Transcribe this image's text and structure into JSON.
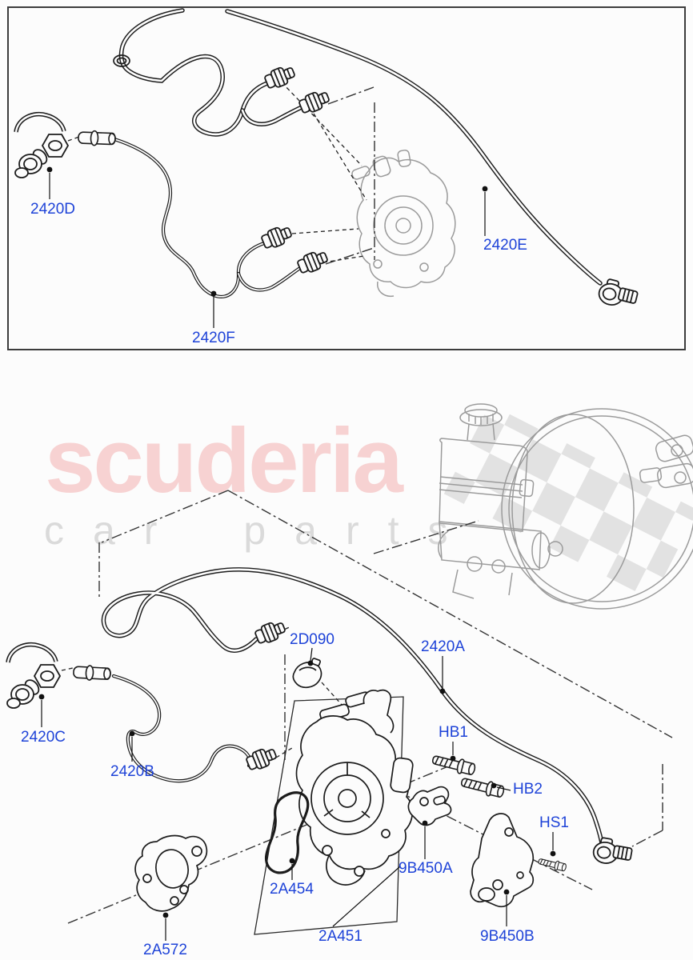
{
  "watermark": {
    "brand": "scuderia",
    "subtitle": "car parts"
  },
  "colors": {
    "callout_blue": "#1e43d8",
    "line_black": "#1c1c1c",
    "ghost_gray": "#9b9b9b",
    "checker_gray": "#dcdcdc",
    "watermark_pink": "#f7d2d2",
    "watermark_gray": "#dadada",
    "background": "#fcfcfc"
  },
  "panels": {
    "top": {
      "callouts": {
        "c2420D": "2420D",
        "c2420F": "2420F",
        "c2420E": "2420E"
      }
    },
    "bottom": {
      "callouts": {
        "c2420C": "2420C",
        "c2420B": "2420B",
        "c2D090": "2D090",
        "c2420A": "2420A",
        "cHB1": "HB1",
        "cHB2": "HB2",
        "cHS1": "HS1",
        "c9B450A": "9B450A",
        "c9B450B": "9B450B",
        "c2A454": "2A454",
        "c2A451": "2A451",
        "c2A572": "2A572"
      }
    }
  }
}
